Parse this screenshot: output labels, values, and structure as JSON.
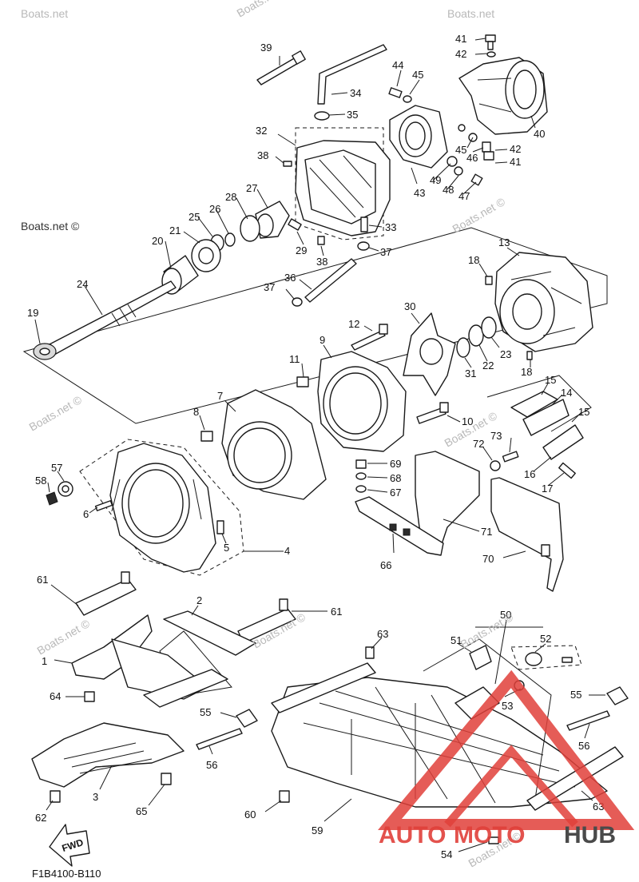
{
  "watermarks": [
    "Boats.net",
    "Boats.net",
    "Boats.net ©",
    "Boats.net ©",
    "Boats.net ©",
    "Boats.net ©",
    "Boats.net ©",
    "Boats.net ©",
    "Boats.net ©",
    "Boats.net ©",
    "Boats.net ©"
  ],
  "callouts": [
    "39",
    "34",
    "35",
    "44",
    "45",
    "41",
    "42",
    "40",
    "32",
    "38",
    "45",
    "46",
    "42",
    "41",
    "43",
    "49",
    "48",
    "47",
    "33",
    "27",
    "28",
    "26",
    "25",
    "21",
    "20",
    "29",
    "37",
    "38",
    "36",
    "37",
    "24",
    "19",
    "13",
    "18",
    "12",
    "30",
    "9",
    "11",
    "31",
    "22",
    "23",
    "18",
    "7",
    "8",
    "10",
    "15",
    "14",
    "15",
    "16",
    "17",
    "57",
    "58",
    "6",
    "5",
    "4",
    "69",
    "68",
    "67",
    "72",
    "73",
    "71",
    "66",
    "70",
    "61",
    "2",
    "61",
    "50",
    "51",
    "52",
    "63",
    "53",
    "55",
    "1",
    "64",
    "55",
    "56",
    "56",
    "3",
    "62",
    "65",
    "60",
    "59",
    "63",
    "54"
  ],
  "diagram_code": "F1B4100-B110",
  "fwd_label": "FWD",
  "logo": {
    "left": "AUTO",
    "middle": "MOTO",
    "right": "HUB",
    "red": "#e0403a",
    "grey": "#4a4a4a"
  }
}
